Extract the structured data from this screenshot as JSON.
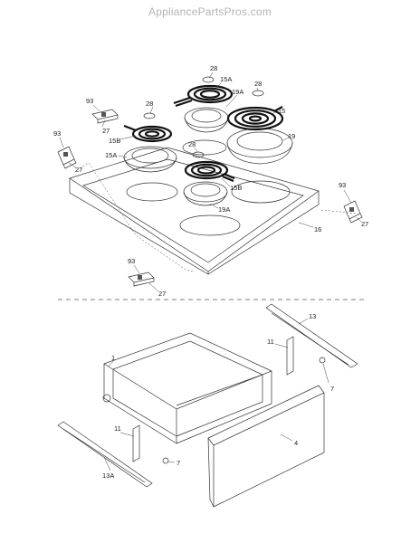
{
  "watermark": "AppliancePartsPros.com",
  "callouts": {
    "c28a": "28",
    "c28b": "28",
    "c28c": "28",
    "c28d": "28",
    "c15A_top": "15A",
    "c15A_left": "15A",
    "c15": "15",
    "c15B_left": "15B",
    "c15B_right": "15B",
    "c19A_top": "19A",
    "c19A_bottom": "19A",
    "c19": "19",
    "c93a": "93",
    "c93b": "93",
    "c93c": "93",
    "c93d": "93",
    "c27a": "27",
    "c27b": "27",
    "c27c": "27",
    "c27d": "27",
    "c16": "16",
    "c13": "13",
    "c13A": "13A",
    "c11a": "11",
    "c11b": "11",
    "c1": "1",
    "c7a": "7",
    "c7b": "7",
    "c4": "4"
  },
  "colors": {
    "line": "#333333",
    "coil": "#111111",
    "watermark": "#b4b4b4"
  }
}
